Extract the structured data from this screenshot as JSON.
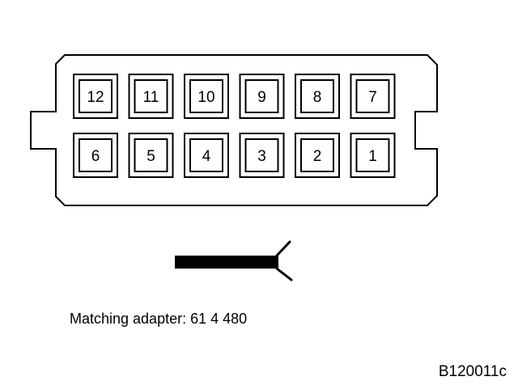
{
  "connector": {
    "pins_top_row": [
      "12",
      "11",
      "10",
      "9",
      "8",
      "7"
    ],
    "pins_bottom_row": [
      "6",
      "5",
      "4",
      "3",
      "2",
      "1"
    ]
  },
  "caption": "Matching adapter: 61 4 480",
  "figure_id": "B120011c",
  "colors": {
    "line": "#000000",
    "background": "#ffffff"
  }
}
